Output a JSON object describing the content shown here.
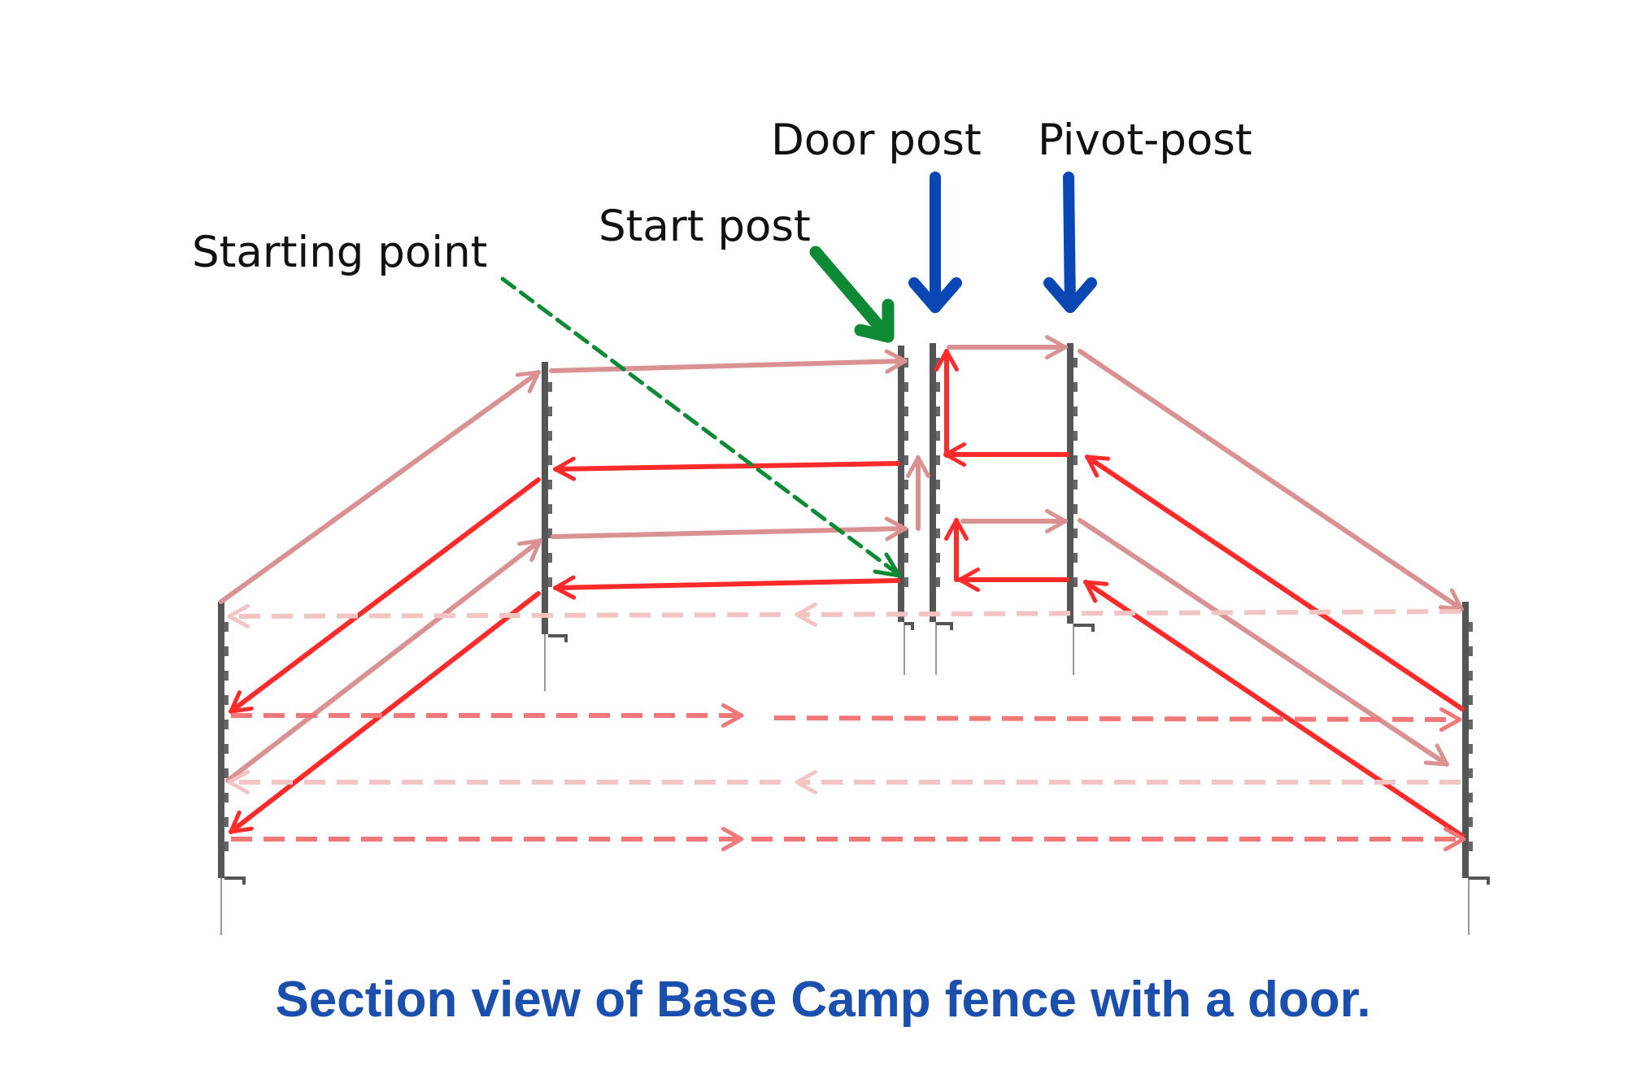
{
  "labels": {
    "door_post": "Door post",
    "pivot_post": "Pivot-post",
    "start_post": "Start post",
    "starting_point": "Starting point"
  },
  "caption": "Section view of Base Camp fence with a door.",
  "colors": {
    "wire_solid": "#ff2a2a",
    "wire_faded": "#d99191",
    "wire_dashed": "#f07878",
    "wire_dashed_faint": "#f2c4c4",
    "post": "#555555",
    "door_arrow": "#0b47b4",
    "start_arrow": "#0e8a34",
    "caption": "#1b4fae"
  }
}
